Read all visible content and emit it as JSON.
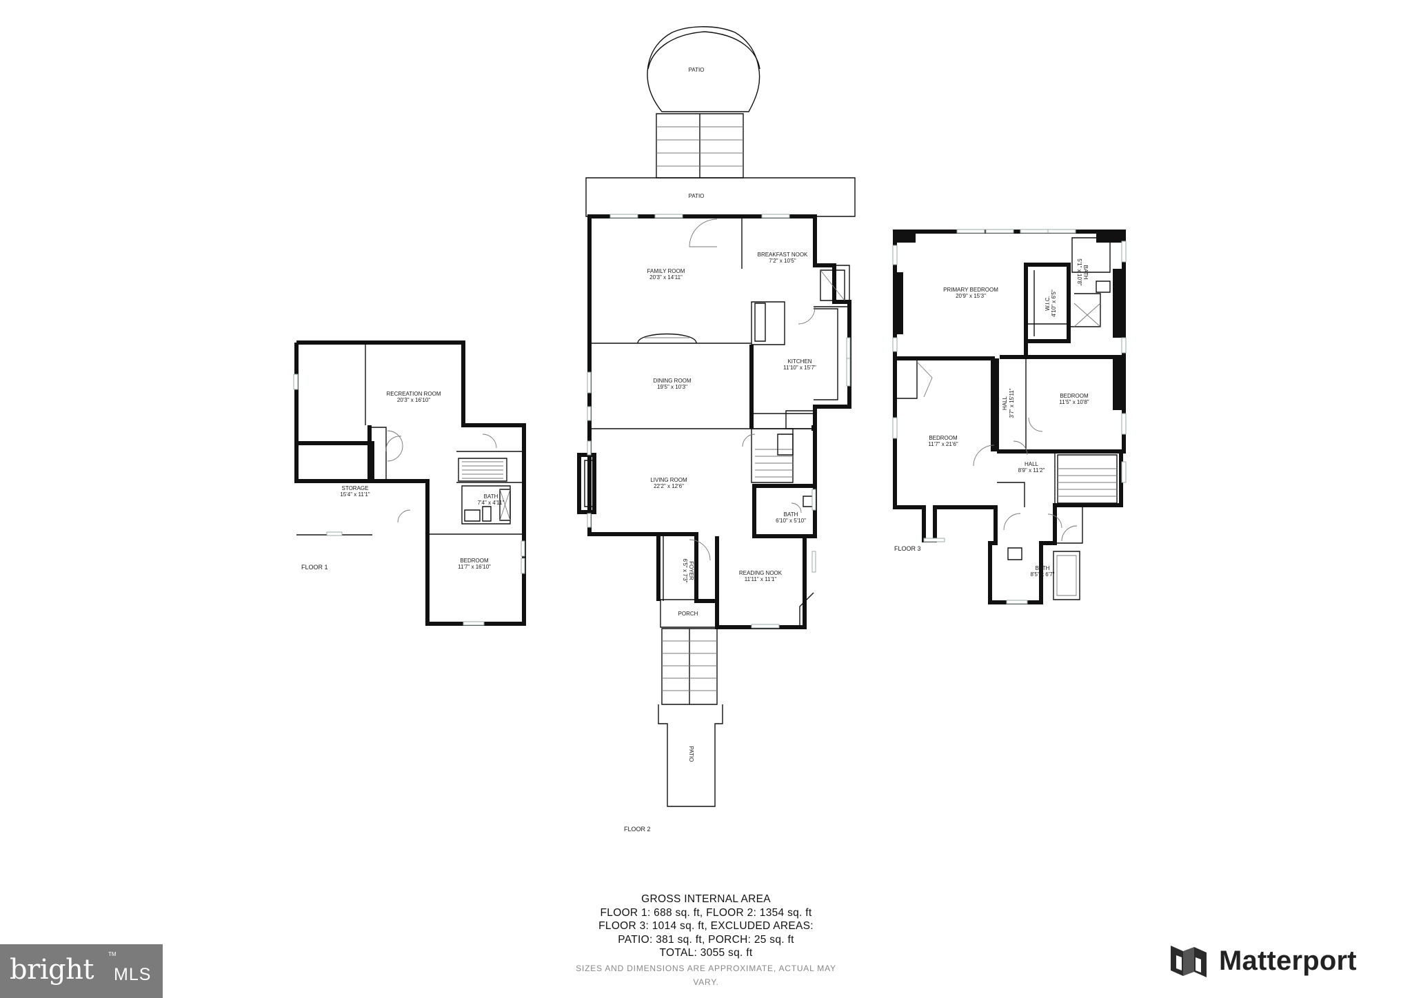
{
  "floors": {
    "floor1": {
      "label": "FLOOR 1",
      "rooms": {
        "recreation": {
          "name": "RECREATION ROOM",
          "dims": "20'3\" x 16'10\""
        },
        "storage": {
          "name": "STORAGE",
          "dims": "15'4\" x 11'1\""
        },
        "bath": {
          "name": "BATH",
          "dims": "7'4\" x 4'11\""
        },
        "bedroom": {
          "name": "BEDROOM",
          "dims": "11'7\" x 16'10\""
        }
      }
    },
    "floor2": {
      "label": "FLOOR 2",
      "rooms": {
        "patio_top": {
          "name": "PATIO"
        },
        "patio_mid": {
          "name": "PATIO"
        },
        "patio_bottom": {
          "name": "PATIO"
        },
        "family": {
          "name": "FAMILY ROOM",
          "dims": "20'3\" x 14'11\""
        },
        "breakfast": {
          "name": "BREAKFAST NOOK",
          "dims": "7'2\" x 10'5\""
        },
        "dining": {
          "name": "DINING ROOM",
          "dims": "19'5\" x 10'3\""
        },
        "kitchen": {
          "name": "KITCHEN",
          "dims": "11'10\" x 15'7\""
        },
        "living": {
          "name": "LIVING ROOM",
          "dims": "22'2\" x 12'6\""
        },
        "bath": {
          "name": "BATH",
          "dims": "6'10\" x 5'10\""
        },
        "foyer": {
          "name": "FOYER",
          "dims": "6'5\" x 7'3\""
        },
        "reading": {
          "name": "READING NOOK",
          "dims": "11'11\" x 11'1\""
        },
        "porch": {
          "name": "PORCH"
        }
      }
    },
    "floor3": {
      "label": "FLOOR 3",
      "rooms": {
        "primary": {
          "name": "PRIMARY BEDROOM",
          "dims": "20'9\" x 15'3\""
        },
        "wlc": {
          "name": "W.I.C.",
          "dims": "4'10\" x 6'5\""
        },
        "bath_primary": {
          "name": "BATH",
          "dims": "5'1\" x 10'8\""
        },
        "bedroom_right": {
          "name": "BEDROOM",
          "dims": "11'5\" x 10'8\""
        },
        "hall_vertical": {
          "name": "HALL",
          "dims": "3'7\" x 15'11\""
        },
        "bedroom_left": {
          "name": "BEDROOM",
          "dims": "11'7\" x 21'6\""
        },
        "hall": {
          "name": "HALL",
          "dims": "8'9\" x 11'2\""
        },
        "bath": {
          "name": "BATH",
          "dims": "8'5\" x 6'7\""
        }
      }
    }
  },
  "area_summary": {
    "heading": "GROSS INTERNAL AREA",
    "line1": "FLOOR 1: 688 sq. ft, FLOOR 2: 1354 sq. ft",
    "line2": "FLOOR 3: 1014 sq. ft, EXCLUDED AREAS:",
    "line3": "PATIO: 381 sq. ft, PORCH: 25 sq. ft",
    "line4": "TOTAL: 3055 sq. ft",
    "note": "SIZES AND DIMENSIONS ARE APPROXIMATE, ACTUAL MAY VARY."
  },
  "branding": {
    "bright_word": "bright",
    "bright_mls": "MLS",
    "bright_tm": "TM",
    "matterport": "Matterport"
  },
  "colors": {
    "wall": "#111111",
    "bright_bg": "#7b7b7b"
  }
}
